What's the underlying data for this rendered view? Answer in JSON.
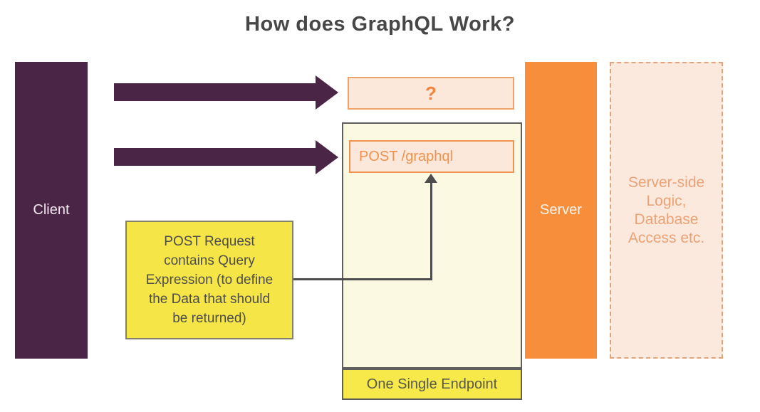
{
  "title": "How does GraphQL Work?",
  "client": {
    "label": "Client"
  },
  "server": {
    "label": "Server"
  },
  "server_side": {
    "label": "Server-side\nLogic,\nDatabase\nAccess etc."
  },
  "question_box": {
    "label": "?"
  },
  "post_box": {
    "label": "POST /graphql"
  },
  "note_box": {
    "label": "POST Request\ncontains Query\nExpression (to define\nthe Data that should\nbe returned)"
  },
  "endpoint_box": {
    "label": "One Single Endpoint"
  },
  "colors": {
    "client_purple": "#4A2545",
    "arrow_purple": "#4A2545",
    "server_orange": "#F78E3B",
    "peach_fill": "#FCE8DB",
    "peach_border": "#F0A269",
    "orange_text": "#F5833C",
    "cream_fill": "#FCF9E2",
    "dark_border": "#5E5E5F",
    "note_yellow": "#F5E546",
    "endpoint_yellow": "#F8E94A",
    "dashed_fill": "#FBE9DE",
    "dashed_border": "#E3A47C",
    "dashed_text": "#EBA275",
    "connector_gray": "#4D4D4D",
    "title_gray": "#474747"
  }
}
